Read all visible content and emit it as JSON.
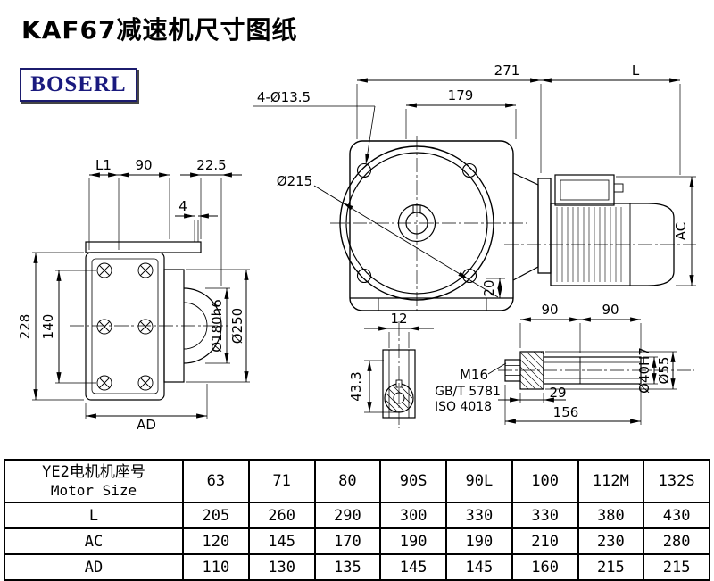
{
  "title": "KAF67减速机尺寸图纸",
  "brand": "BOSERL",
  "drawing": {
    "front_view": {
      "dim_271": "271",
      "dim_179": "179",
      "bolt_callout": "4-Ø13.5",
      "flange_dia": "Ø215",
      "dim_20": "20",
      "motor_length": "L",
      "motor_ac": "AC"
    },
    "side_view": {
      "dim_l1": "L1",
      "dim_90": "90",
      "dim_22_5": "22.5",
      "dim_4": "4",
      "dim_228": "228",
      "dim_140": "140",
      "dim_ad": "AD",
      "dia_180": "Ø180h6",
      "dia_250": "Ø250"
    },
    "shaft_section": {
      "dim_12": "12",
      "dim_43_3": "43.3"
    },
    "shaft_detail": {
      "dim_90a": "90",
      "dim_90b": "90",
      "thread": "M16",
      "std_gb": "GB/T 5781",
      "std_iso": "ISO 4018",
      "dim_29": "29",
      "dim_156": "156",
      "dia_40": "Ø40H7",
      "dia_55": "Ø55"
    }
  },
  "table": {
    "header_cn": "YE2电机机座号",
    "header_en": "Motor Size",
    "sizes": [
      "63",
      "71",
      "80",
      "90S",
      "90L",
      "100",
      "112M",
      "132S"
    ],
    "rows": [
      {
        "label": "L",
        "values": [
          "205",
          "260",
          "290",
          "300",
          "330",
          "330",
          "380",
          "430"
        ]
      },
      {
        "label": "AC",
        "values": [
          "120",
          "145",
          "170",
          "190",
          "190",
          "210",
          "230",
          "280"
        ]
      },
      {
        "label": "AD",
        "values": [
          "110",
          "130",
          "135",
          "145",
          "145",
          "160",
          "215",
          "215"
        ]
      }
    ]
  }
}
